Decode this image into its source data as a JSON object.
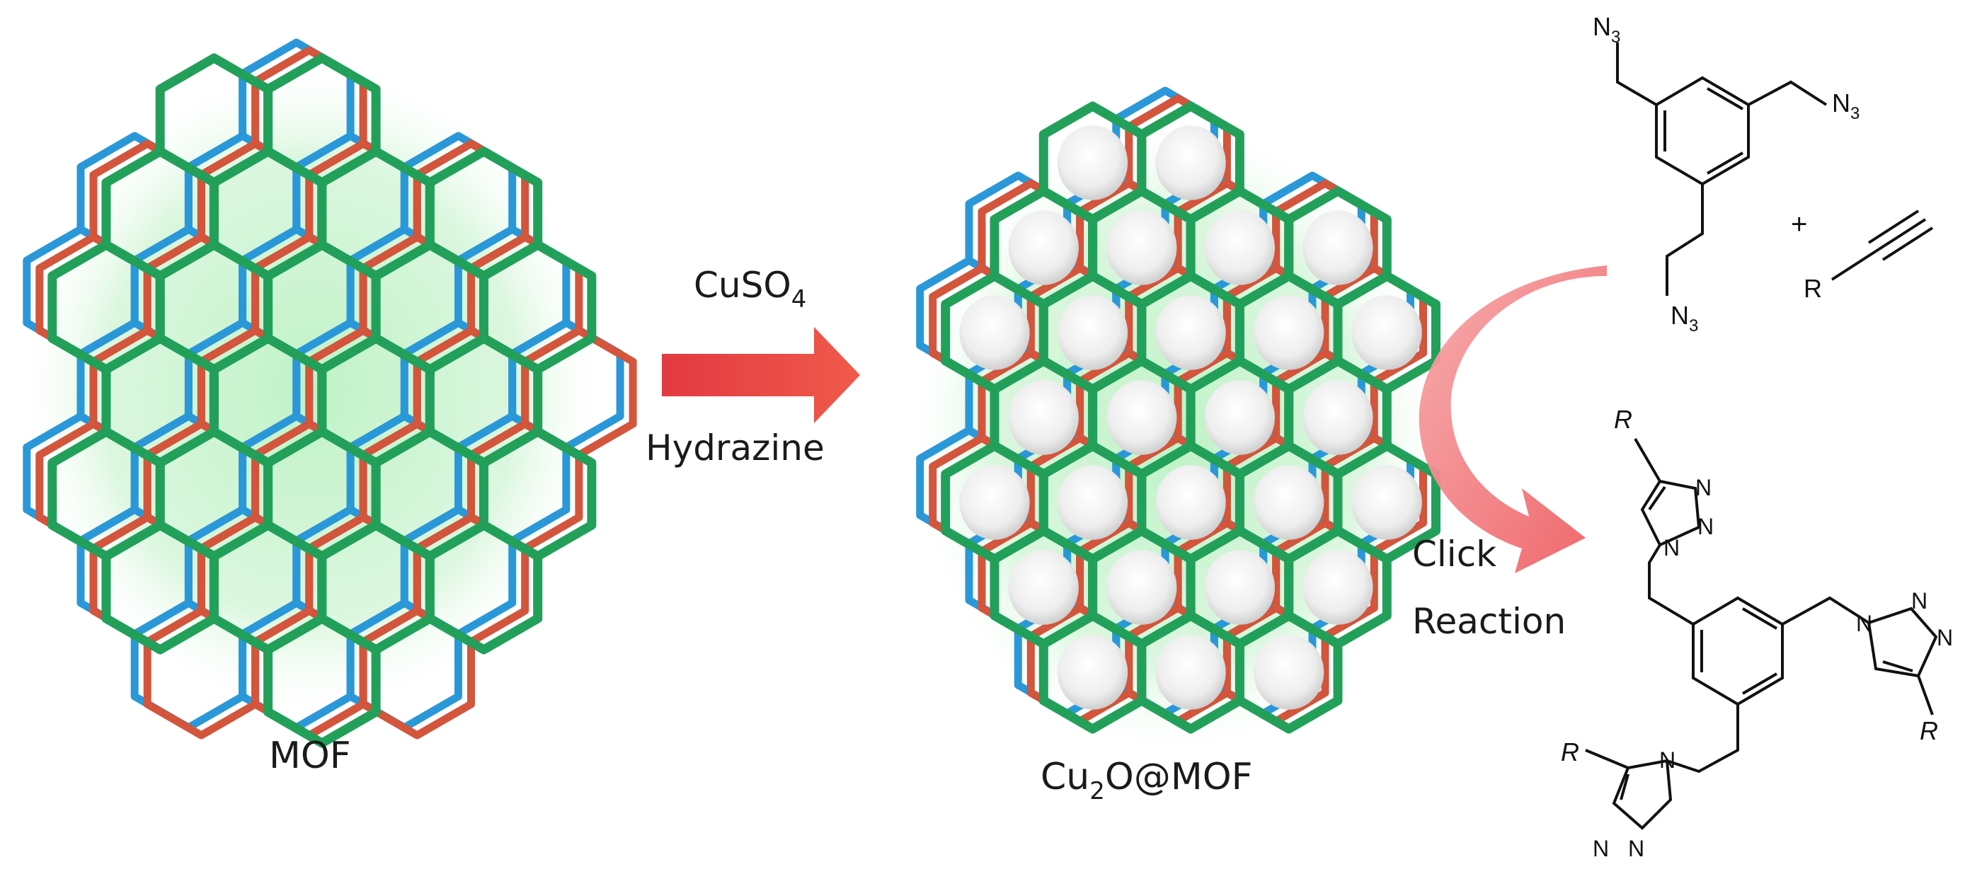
{
  "labels": {
    "mof": "MOF",
    "reagent_top": "CuSO",
    "reagent_top_sub": "4",
    "reagent_bottom": "Hydrazine",
    "product_prefix": "Cu",
    "product_sub": "2",
    "product_suffix": "O@MOF",
    "click_line1": "Click",
    "click_line2": "Reaction",
    "plus": "+"
  },
  "chemistry": {
    "azide_top": "N",
    "azide_sub": "3",
    "r_group": "R",
    "nitrogen": "N"
  },
  "colors": {
    "green_frame": "#22a05a",
    "red_frame": "#d2553c",
    "blue_frame": "#2a98d8",
    "glow": "#7de08a",
    "reaction_arrow": "#e8464a",
    "click_arrow": "#f0787a",
    "pore": "#f2f2f2",
    "ink": "#1a1a1a"
  }
}
